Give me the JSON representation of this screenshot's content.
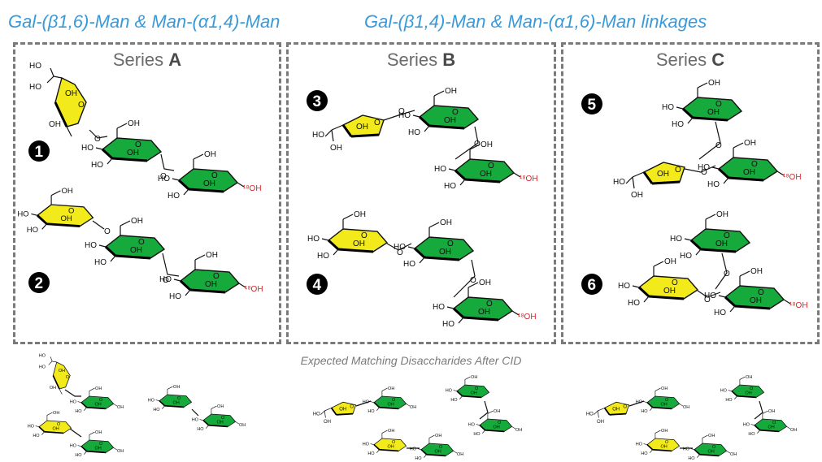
{
  "titles": {
    "left": "Gal-(β1,6)-Man & Man-(α1,4)-Man",
    "right": "Gal-(β1,4)-Man & Man-(α1,6)-Man linkages"
  },
  "series": [
    {
      "prefix": "Series ",
      "letter": "A"
    },
    {
      "prefix": "Series ",
      "letter": "B"
    },
    {
      "prefix": "Series ",
      "letter": "C"
    }
  ],
  "compounds": [
    "1",
    "2",
    "3",
    "4",
    "5",
    "6"
  ],
  "caption": "Expected Matching Disaccharides After CID",
  "labels": {
    "oh": "OH",
    "ho": "HO",
    "o": "O",
    "reducing_oh": "¹⁸OH"
  },
  "colors": {
    "galactose": "#f2ea1a",
    "mannose": "#16a93c",
    "title": "#3a9ad9",
    "isotope": "#e02020",
    "border": "#7a7a7a"
  }
}
